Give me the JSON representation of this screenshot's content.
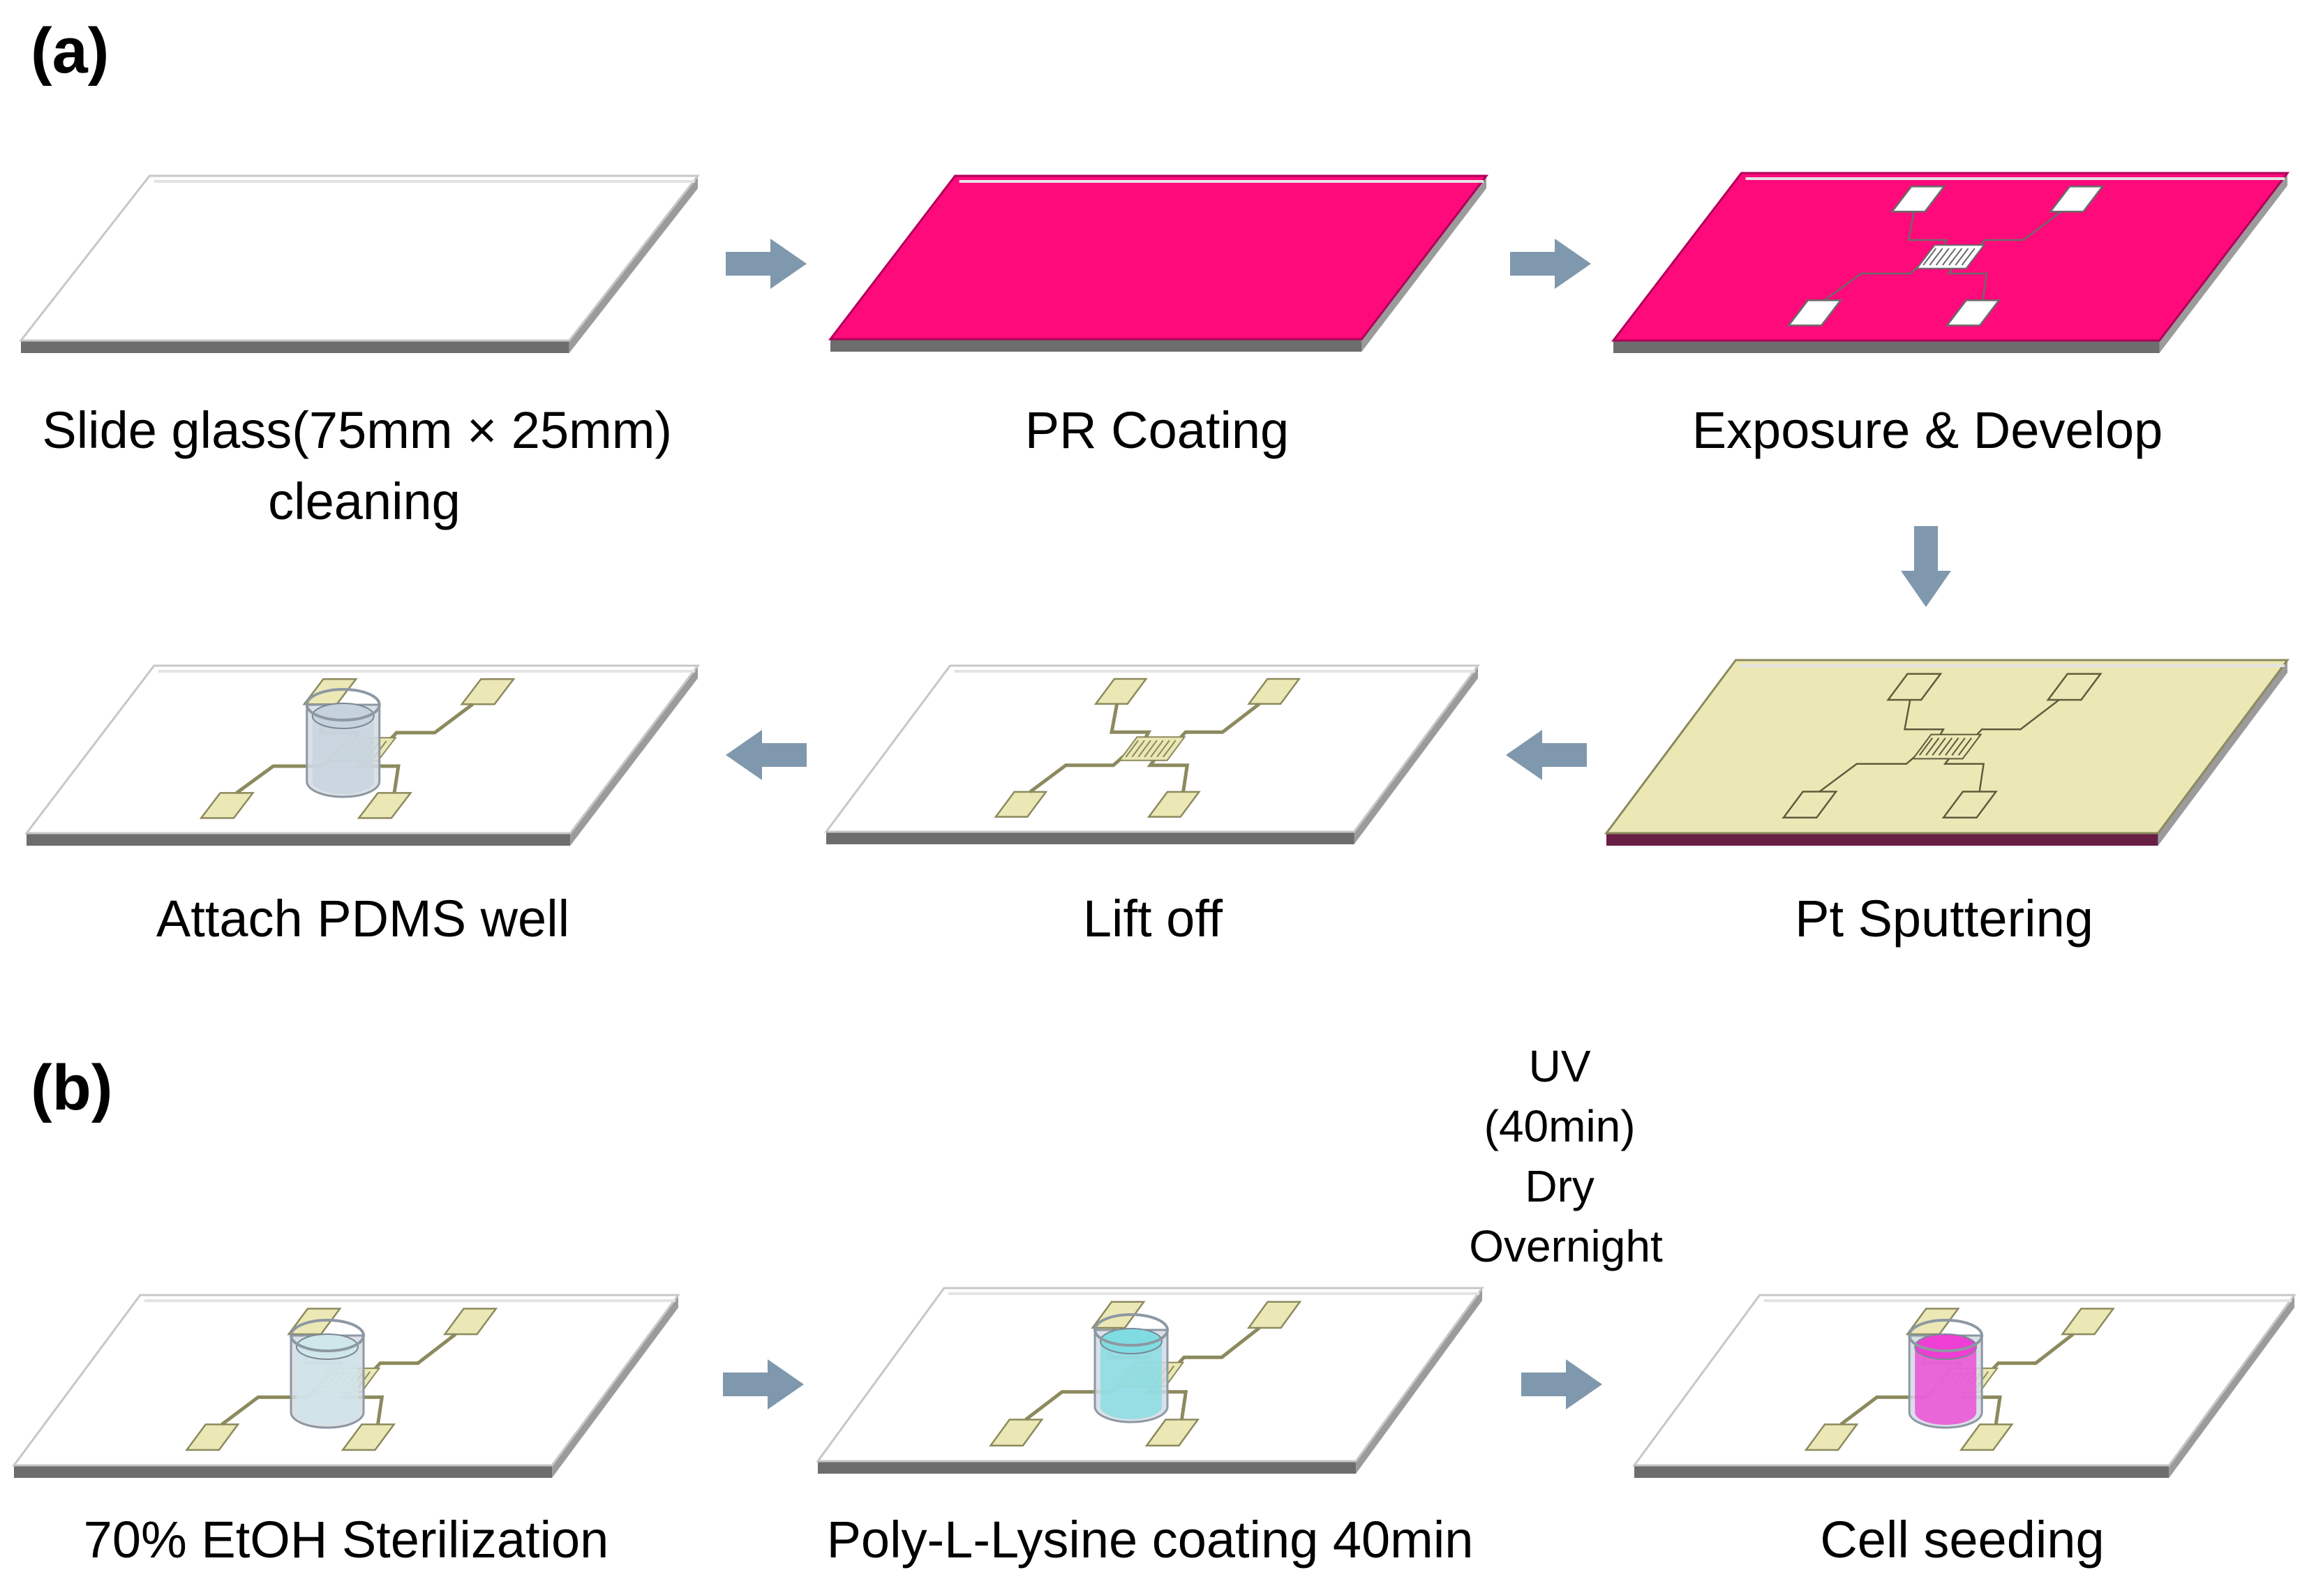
{
  "panel_a": {
    "label": "(a)",
    "steps": [
      {
        "label_lines": [
          "Slide glass(75mm × 25mm)",
          "cleaning"
        ]
      },
      {
        "label_lines": [
          "PR Coating"
        ]
      },
      {
        "label_lines": [
          "Exposure & Develop"
        ]
      },
      {
        "label_lines": [
          "Pt Sputtering"
        ]
      },
      {
        "label_lines": [
          "Lift off"
        ]
      },
      {
        "label_lines": [
          "Attach PDMS well"
        ]
      }
    ]
  },
  "panel_b": {
    "label": "(b)",
    "steps": [
      {
        "label_lines": [
          "70% EtOH Sterilization"
        ]
      },
      {
        "label_lines": [
          "Poly-L-Lysine coating 40min"
        ]
      },
      {
        "label_lines": [
          "Cell seeding"
        ]
      }
    ],
    "transition_note": [
      "UV",
      "(40min)",
      "Dry",
      "Overnight"
    ]
  },
  "colors": {
    "glass_top": "#ffffff",
    "glass_edge": "#d9d9d9",
    "glass_base": "#6d6d6d",
    "photoresist": "#ff0a7b",
    "photoresist_edge": "#b0005a",
    "platinum": "#ece8b6",
    "platinum_stroke": "#8c8a5e",
    "arrow": "#7f98ad",
    "well_wall": "#d4dbe3",
    "medium_clear": "#c6d3de",
    "medium_ethanol": "#cfe6ea",
    "medium_pll": "#7fdde2",
    "medium_cells": "#ee3ed4"
  },
  "icons": {
    "arrow": "step-arrow-icon",
    "well": "pdms-well-icon",
    "electrode": "electrode-pattern-icon"
  }
}
